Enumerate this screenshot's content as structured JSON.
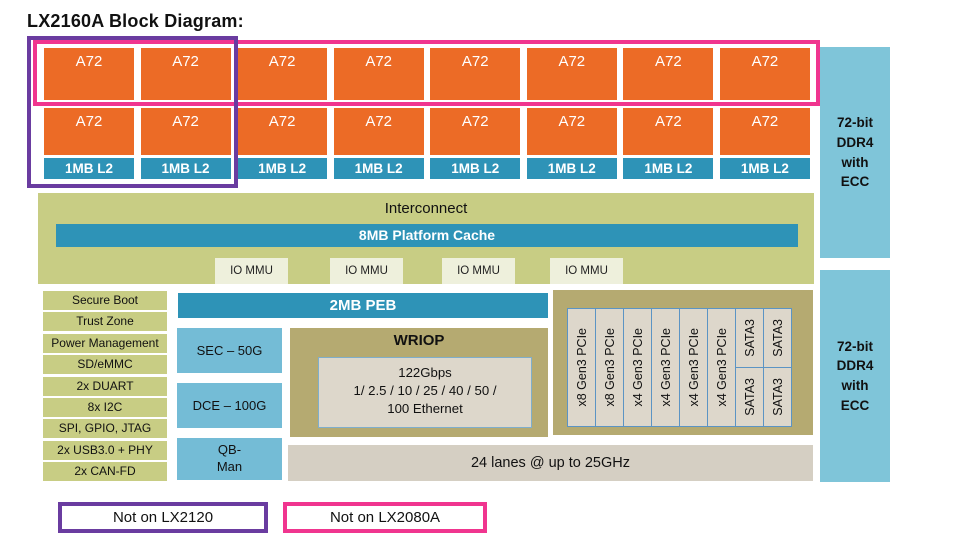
{
  "title": "LX2160A Block Diagram:",
  "cores": {
    "core_label": "A72",
    "l2_label": "1MB L2",
    "columns": 8
  },
  "interconnect": {
    "label": "Interconnect",
    "cache": "8MB Platform Cache",
    "iommu": "IO MMU",
    "iommu_count": 4
  },
  "ddr": {
    "label": "72-bit\nDDR4\nwith\nECC"
  },
  "peripherals": [
    "Secure Boot",
    "Trust Zone",
    "Power Management",
    "SD/eMMC",
    "2x DUART",
    "8x I2C",
    "SPI, GPIO, JTAG",
    "2x USB3.0 + PHY",
    "2x CAN-FD"
  ],
  "accelerators": {
    "sec": "SEC – 50G",
    "dce": "DCE – 100G",
    "qbman": "QB-\nMan"
  },
  "peb": {
    "label": "2MB PEB"
  },
  "wriop": {
    "title": "WRIOP",
    "detail": "122Gbps\n1/ 2.5 / 10 / 25 / 40 / 50 /\n100 Ethernet"
  },
  "serdes": {
    "pcie_lanes": [
      "x8 Gen3 PCIe",
      "x8 Gen3 PCIe",
      "x4 Gen3 PCIe",
      "x4 Gen3 PCIe",
      "x4 Gen3 PCIe",
      "x4 Gen3 PCIe"
    ],
    "sata_label": "SATA3",
    "sata_count": 4,
    "lanes_bar": "24 lanes @ up to 25GHz"
  },
  "legend": {
    "purple": "Not on LX2120",
    "pink": "Not on LX2080A"
  },
  "colors": {
    "core_orange": "#EC6B26",
    "teal": "#2E93B7",
    "accel_blue": "#74BCD6",
    "ddr_blue": "#7FC5D9",
    "olive": "#C8CD84",
    "iommu_cream": "#EEF0DC",
    "khaki": "#B5AA71",
    "panel_gray": "#DDD7CB",
    "bar_gray": "#D5CFC3",
    "legend_pink": "#F0358F",
    "legend_purple": "#6A3CA0"
  }
}
